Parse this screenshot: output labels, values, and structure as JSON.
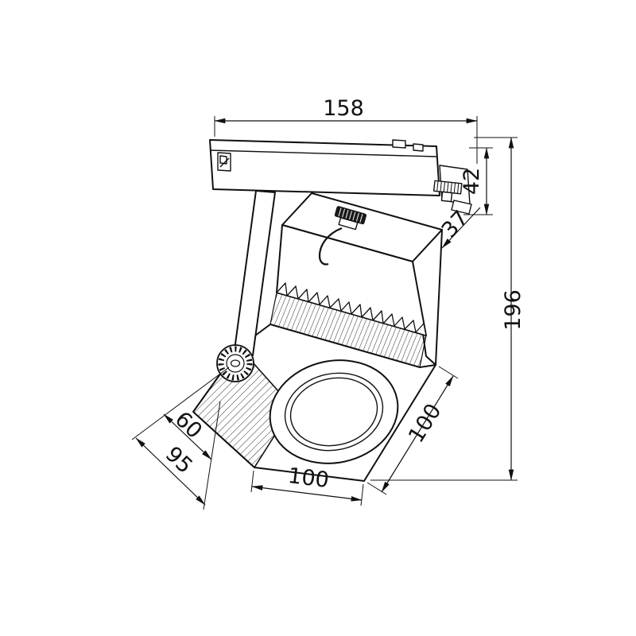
{
  "title": "Track spotlight dimensional drawing",
  "colors": {
    "line": "#1a1a1a",
    "background": "#ffffff"
  },
  "dimensions": {
    "width_top": "158",
    "adapter_height": "42",
    "top_depth": "37",
    "total_height": "196",
    "side_length": "100",
    "bottom_width": "100",
    "front_depth": "60",
    "overall_depth": "95"
  }
}
